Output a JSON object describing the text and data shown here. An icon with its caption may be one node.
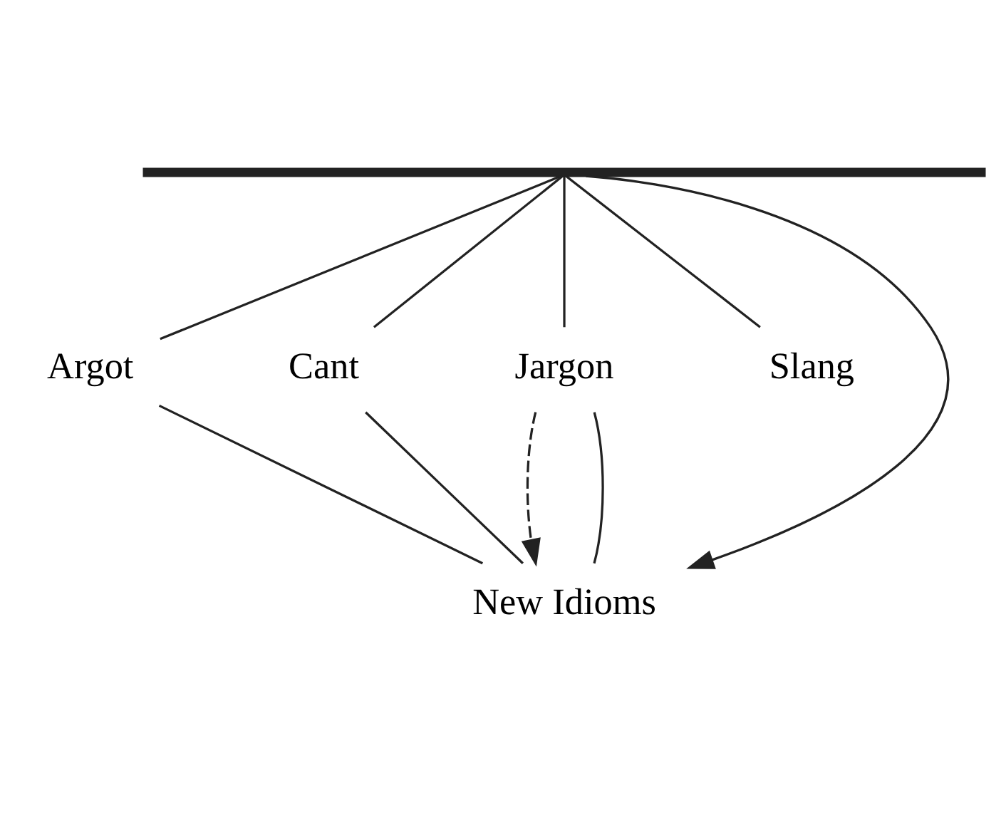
{
  "diagram": {
    "nodes": [
      {
        "text": [],
        "shape": "bar"
      },
      {
        "text": [
          "Argot"
        ]
      },
      {
        "text": [
          "Cant"
        ]
      },
      {
        "text": [
          "Jargon"
        ]
      },
      {
        "text": [
          "Slang"
        ]
      },
      {
        "text": [
          "New Idioms"
        ]
      }
    ],
    "edges": [
      {
        "from": 0,
        "to": 1,
        "arrow": "none"
      },
      {
        "from": 0,
        "to": 2,
        "arrow": "none"
      },
      {
        "from": 0,
        "to": 3,
        "arrow": "none"
      },
      {
        "from": 0,
        "to": 4,
        "arrow": "none"
      },
      {
        "from": 0,
        "to": 5,
        "arrow": "to"
      },
      {
        "from": 3,
        "to": 5,
        "arrow": "to",
        "style": "dashed"
      },
      {
        "from": 1,
        "to": 5,
        "arrow": "none"
      },
      {
        "from": 2,
        "to": 5,
        "arrow": "none"
      },
      {
        "from": 3,
        "to": 5,
        "arrow": "none"
      }
    ]
  }
}
